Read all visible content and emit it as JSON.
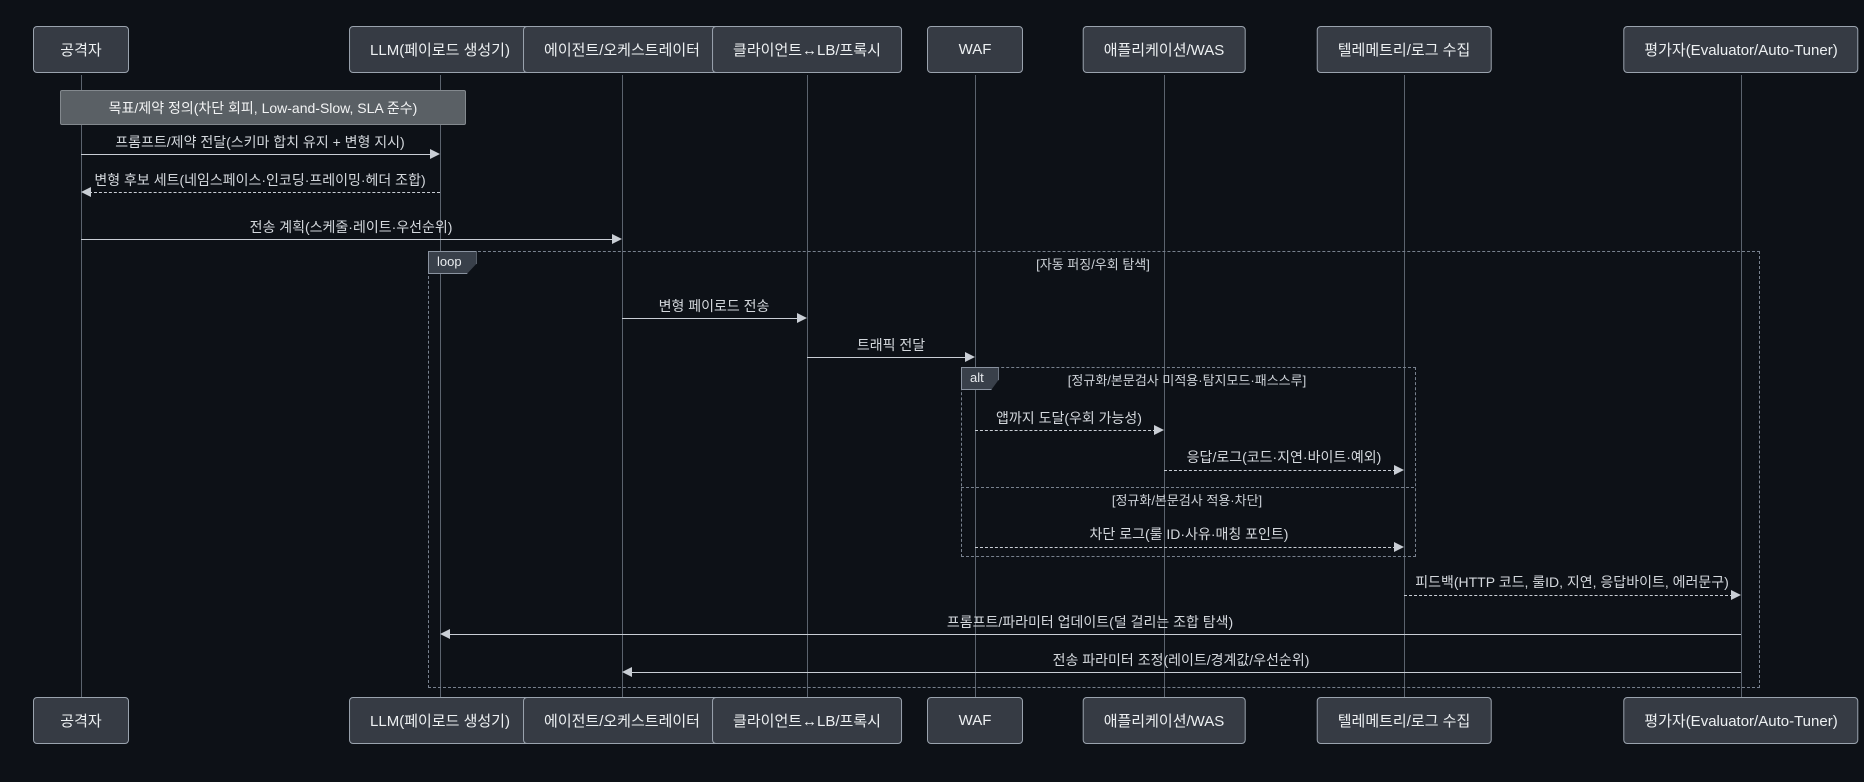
{
  "diagram": {
    "type": "sequence-diagram",
    "participants": [
      {
        "label": "공격자"
      },
      {
        "label": "LLM(페이로드 생성기)"
      },
      {
        "label": "에이전트/오케스트레이터"
      },
      {
        "label": "클라이언트↔LB/프록시"
      },
      {
        "label": "WAF"
      },
      {
        "label": "애플리케이션/WAS"
      },
      {
        "label": "텔레메트리/로그 수집"
      },
      {
        "label": "평가자(Evaluator/Auto-Tuner)"
      }
    ],
    "note": {
      "text": "목표/제약 정의(차단 회피, Low-and-Slow, SLA 준수)"
    },
    "messages": [
      {
        "from": "공격자",
        "to": "LLM(페이로드 생성기)",
        "text": "프롬프트/제약 전달(스키마 합치 유지 + 변형 지시)",
        "line": "solid"
      },
      {
        "from": "LLM(페이로드 생성기)",
        "to": "공격자",
        "text": "변형 후보 세트(네임스페이스·인코딩·프레이밍·헤더 조합)",
        "line": "dashed"
      },
      {
        "from": "공격자",
        "to": "에이전트/오케스트레이터",
        "text": "전송 계획(스케줄·레이트·우선순위)",
        "line": "solid"
      },
      {
        "from": "에이전트/오케스트레이터",
        "to": "클라이언트↔LB/프록시",
        "text": "변형 페이로드 전송",
        "line": "solid"
      },
      {
        "from": "클라이언트↔LB/프록시",
        "to": "WAF",
        "text": "트래픽 전달",
        "line": "solid"
      },
      {
        "from": "WAF",
        "to": "애플리케이션/WAS",
        "text": "앱까지 도달(우회 가능성)",
        "line": "dashed"
      },
      {
        "from": "애플리케이션/WAS",
        "to": "텔레메트리/로그 수집",
        "text": "응답/로그(코드·지연·바이트·예외)",
        "line": "dashed"
      },
      {
        "from": "WAF",
        "to": "텔레메트리/로그 수집",
        "text": "차단 로그(룰 ID·사유·매칭 포인트)",
        "line": "dashed"
      },
      {
        "from": "텔레메트리/로그 수집",
        "to": "평가자(Evaluator/Auto-Tuner)",
        "text": "피드백(HTTP 코드, 룰ID, 지연, 응답바이트, 에러문구)",
        "line": "dashed"
      },
      {
        "from": "평가자(Evaluator/Auto-Tuner)",
        "to": "LLM(페이로드 생성기)",
        "text": "프롬프트/파라미터 업데이트(덜 걸리는 조합 탐색)",
        "line": "solid"
      },
      {
        "from": "평가자(Evaluator/Auto-Tuner)",
        "to": "에이전트/오케스트레이터",
        "text": "전송 파라미터 조정(레이트/경계값/우선순위)",
        "line": "solid"
      }
    ],
    "frames": {
      "loop": {
        "label": "loop",
        "condition": "[자동 퍼징/우회 탐색]"
      },
      "alt": {
        "label": "alt",
        "condition": "[정규화/본문검사 미적용·탐지모드·패스스루]",
        "else_condition": "[정규화/본문검사 적용·차단]"
      }
    },
    "colors": {
      "background": "#0d1117",
      "actor_fill": "#363b44",
      "actor_border": "#9aa3ae",
      "note_fill": "#5a6065",
      "message_line": "#c9ced5",
      "message_text": "#d4d8dd",
      "frame_border": "#78818e"
    }
  }
}
